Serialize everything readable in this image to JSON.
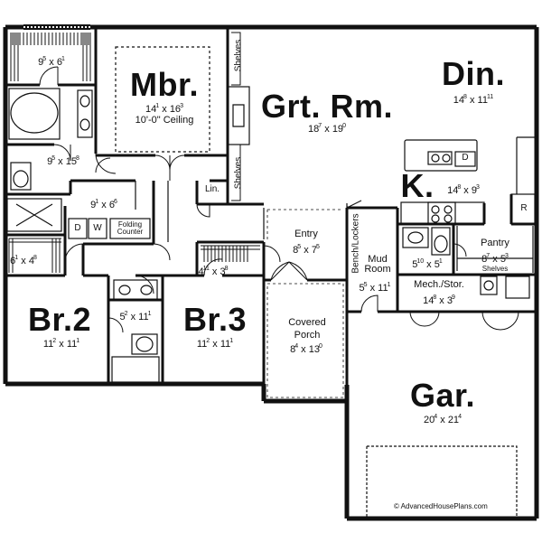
{
  "rooms": {
    "master_bedroom": {
      "name": "Mbr.",
      "w": "14",
      "w_in": "1",
      "d": "16",
      "d_in": "3",
      "note": "10'-0\" Ceiling"
    },
    "great_room": {
      "name": "Grt. Rm.",
      "w": "18",
      "w_in": "7",
      "d": "19",
      "d_in": "0"
    },
    "dining": {
      "name": "Din.",
      "w": "14",
      "w_in": "8",
      "d": "11",
      "d_in": "11"
    },
    "kitchen": {
      "name": "K.",
      "w": "14",
      "w_in": "8",
      "d": "9",
      "d_in": "3"
    },
    "closet_top": {
      "w": "9",
      "w_in": "5",
      "d": "6",
      "d_in": "1"
    },
    "master_bath": {
      "w": "9",
      "w_in": "5",
      "d": "15",
      "d_in": "8"
    },
    "laundry": {
      "w": "9",
      "w_in": "1",
      "d": "6",
      "d_in": "6",
      "dryer": "D",
      "washer": "W",
      "counter": "Folding Counter"
    },
    "closet_br2": {
      "w": "6",
      "w_in": "1",
      "d": "4",
      "d_in": "8"
    },
    "closet_br3": {
      "w": "4",
      "w_in": "11",
      "d": "3",
      "d_in": "8"
    },
    "bedroom2": {
      "name": "Br.2",
      "w": "11",
      "w_in": "2",
      "d": "11",
      "d_in": "1"
    },
    "bedroom3": {
      "name": "Br.3",
      "w": "11",
      "w_in": "2",
      "d": "11",
      "d_in": "1"
    },
    "bath2": {
      "w": "5",
      "w_in": "2",
      "d": "11",
      "d_in": "1"
    },
    "entry": {
      "name": "Entry",
      "w": "8",
      "w_in": "5",
      "d": "7",
      "d_in": "5"
    },
    "mud_room": {
      "name": "Mud Room",
      "w": "5",
      "w_in": "5",
      "d": "11",
      "d_in": "1"
    },
    "powder": {
      "w": "5",
      "w_in": "10",
      "d": "5",
      "d_in": "1"
    },
    "pantry": {
      "name": "Pantry",
      "w": "8",
      "w_in": "7",
      "d": "5",
      "d_in": "3",
      "note": "Shelves"
    },
    "mech": {
      "name": "Mech./Stor.",
      "w": "14",
      "w_in": "8",
      "d": "3",
      "d_in": "9"
    },
    "covered_porch": {
      "name": "Covered Porch",
      "w": "8",
      "w_in": "4",
      "d": "13",
      "d_in": "0"
    },
    "garage": {
      "name": "Gar.",
      "w": "20",
      "w_in": "4",
      "d": "21",
      "d_in": "4"
    }
  },
  "labels": {
    "shelves_top": "Shelves",
    "shelves_mid": "Shelves",
    "linen": "Lin.",
    "bench": "Bench/Lockers",
    "dishwasher": "D",
    "fridge": "R",
    "copyright": "© AdvancedHousePlans.com"
  }
}
